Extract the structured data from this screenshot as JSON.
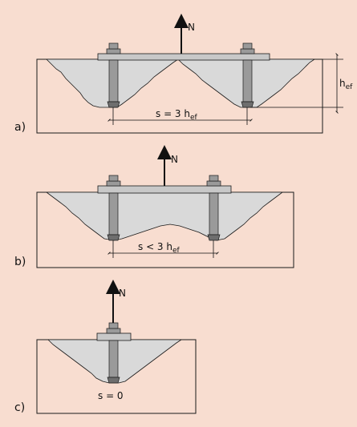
{
  "colors": {
    "background": "#f8ddd0",
    "concrete": "#f8ddd0",
    "cone_fill": "#d9d9d9",
    "bolt_fill": "#9a9a9a",
    "plate_fill": "#c8c8c8",
    "line": "#1a1a1a"
  },
  "force_label": "N",
  "embedment_label": {
    "main": "h",
    "sub": "ef"
  },
  "panels": [
    {
      "id": "a",
      "label": "a)",
      "spacing": {
        "main": "s = 3 h",
        "sub": "ef"
      }
    },
    {
      "id": "b",
      "label": "b)",
      "spacing": {
        "main": "s < 3 h",
        "sub": "ef"
      }
    },
    {
      "id": "c",
      "label": "c)",
      "spacing": {
        "main": "s = 0",
        "sub": ""
      }
    }
  ],
  "icons": {
    "force_arrow": "arrow-up-icon",
    "anchor": "bolt-icon"
  }
}
